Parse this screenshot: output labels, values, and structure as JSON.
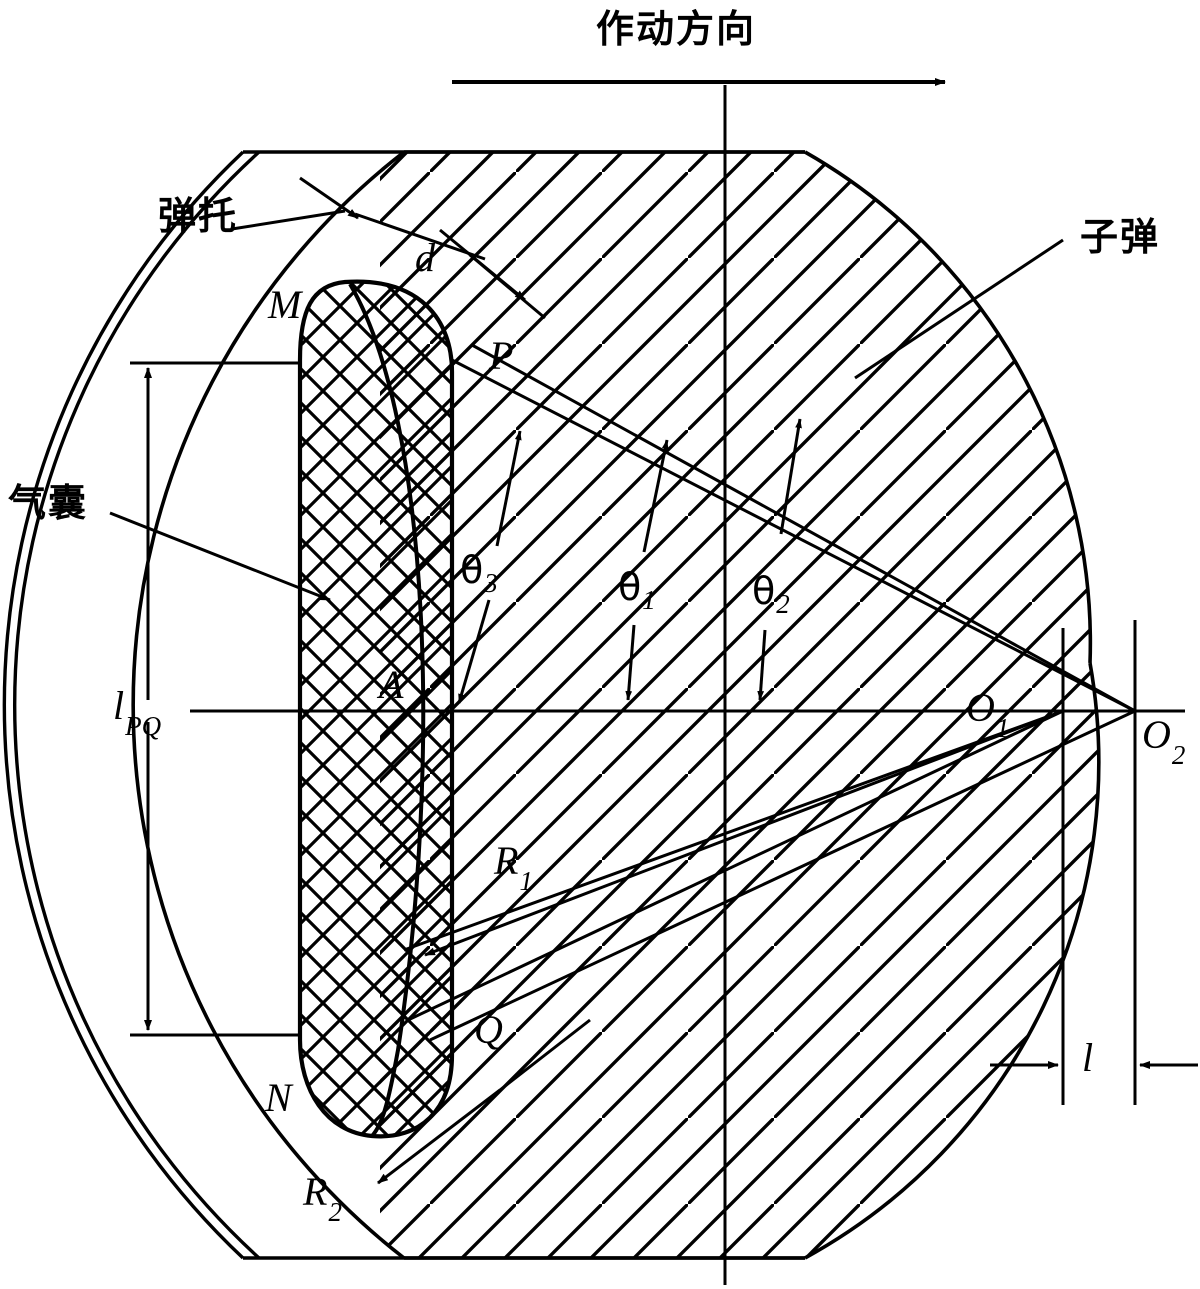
{
  "figure": {
    "type": "engineering-schematic",
    "description": "Cross-section schematic of a sabot with airbag and bullet",
    "background_color": "#ffffff",
    "line_color": "#000000"
  },
  "annotations": {
    "direction_label": "作动方向",
    "sabot_label": "弹托",
    "airbag_label": "气囊",
    "bullet_label": "子弹"
  },
  "points": {
    "M": "M",
    "N": "N",
    "P": "P",
    "Q": "Q",
    "A": "A",
    "O1": {
      "base": "O",
      "sub": "1"
    },
    "O2": {
      "base": "O",
      "sub": "2"
    }
  },
  "dimensions": {
    "d": "d",
    "l": "l",
    "lPQ": {
      "base": "l",
      "sub": "PQ"
    },
    "R1": {
      "base": "R",
      "sub": "1"
    },
    "R2": {
      "base": "R",
      "sub": "2"
    }
  },
  "angles": {
    "theta1": {
      "base": "θ",
      "sub": "1"
    },
    "theta2": {
      "base": "θ",
      "sub": "2"
    },
    "theta3": {
      "base": "θ",
      "sub": "3"
    }
  }
}
